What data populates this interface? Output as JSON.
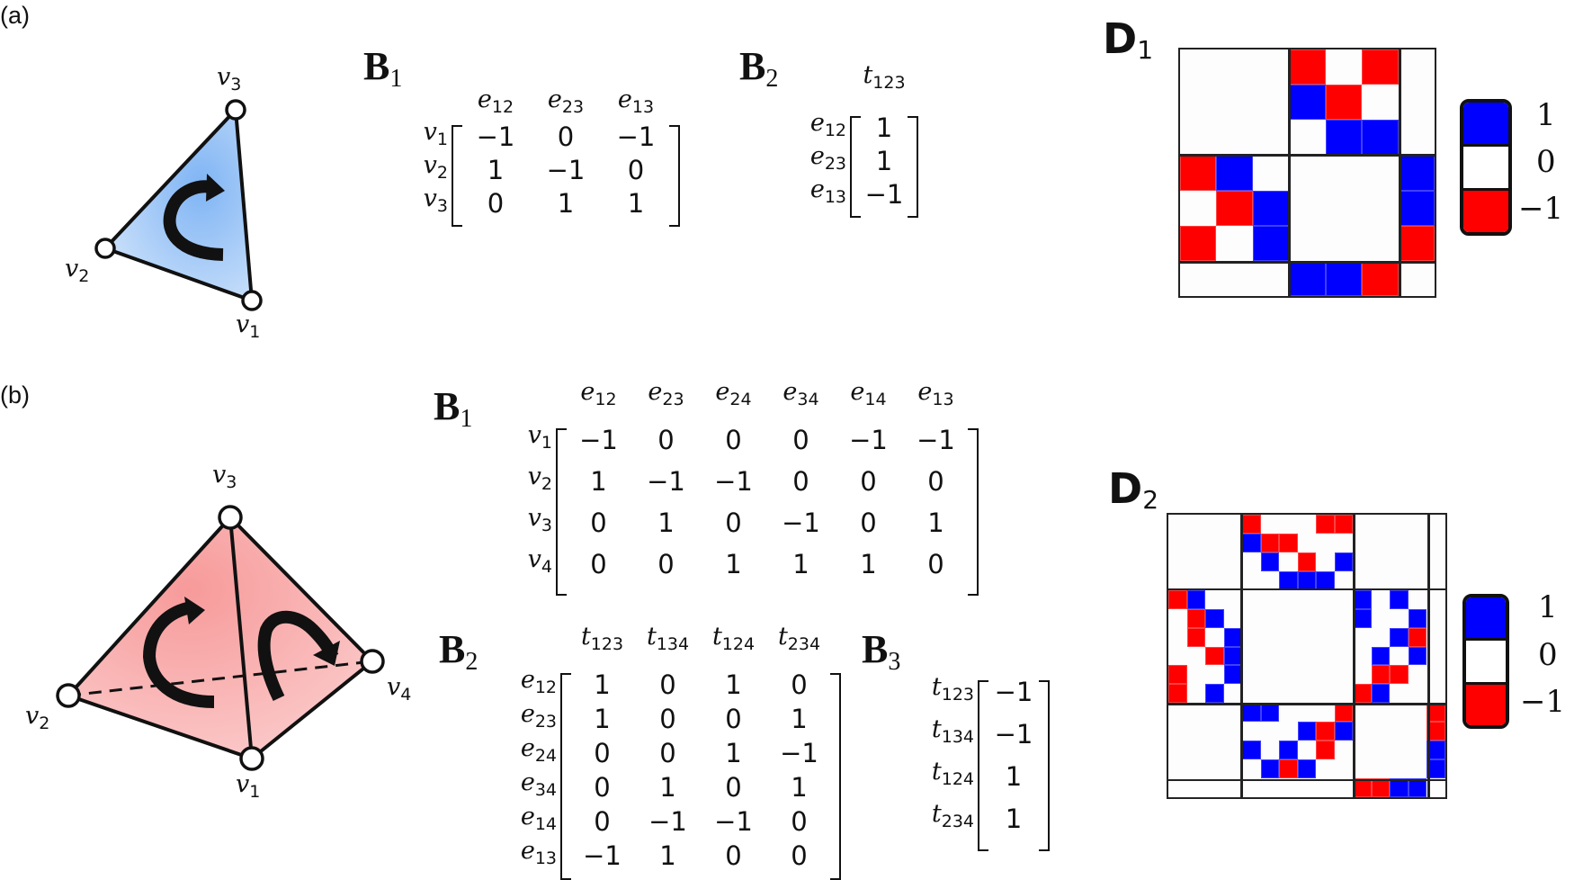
{
  "panels": {
    "a": {
      "label": "(a)",
      "simplex": {
        "type": "triangle",
        "fill": "#8fbef5",
        "vertices": [
          {
            "name": "v",
            "sub": "1"
          },
          {
            "name": "v",
            "sub": "2"
          },
          {
            "name": "v",
            "sub": "3"
          }
        ]
      },
      "B1": {
        "title": "B",
        "title_sub": "1",
        "col_headers": [
          {
            "n": "e",
            "s": "12"
          },
          {
            "n": "e",
            "s": "23"
          },
          {
            "n": "e",
            "s": "13"
          }
        ],
        "row_headers": [
          {
            "n": "v",
            "s": "1"
          },
          {
            "n": "v",
            "s": "2"
          },
          {
            "n": "v",
            "s": "3"
          }
        ],
        "values": [
          [
            "−1",
            "0",
            "−1"
          ],
          [
            "1",
            "−1",
            "0"
          ],
          [
            "0",
            "1",
            "1"
          ]
        ]
      },
      "B2": {
        "title": "B",
        "title_sub": "2",
        "col_headers": [
          {
            "n": "t",
            "s": "123"
          }
        ],
        "row_headers": [
          {
            "n": "e",
            "s": "12"
          },
          {
            "n": "e",
            "s": "23"
          },
          {
            "n": "e",
            "s": "13"
          }
        ],
        "values": [
          [
            "1"
          ],
          [
            "1"
          ],
          [
            "−1"
          ]
        ]
      },
      "D": {
        "title": "D",
        "title_sub": "1"
      },
      "legend": {
        "labels": [
          "1",
          "0",
          "−1"
        ]
      }
    },
    "b": {
      "label": "(b)",
      "simplex": {
        "type": "tetrahedron",
        "fill": "#f7a9a9",
        "vertices": [
          {
            "name": "v",
            "sub": "1"
          },
          {
            "name": "v",
            "sub": "2"
          },
          {
            "name": "v",
            "sub": "3"
          },
          {
            "name": "v",
            "sub": "4"
          }
        ]
      },
      "B1": {
        "title": "B",
        "title_sub": "1",
        "col_headers": [
          {
            "n": "e",
            "s": "12"
          },
          {
            "n": "e",
            "s": "23"
          },
          {
            "n": "e",
            "s": "24"
          },
          {
            "n": "e",
            "s": "34"
          },
          {
            "n": "e",
            "s": "14"
          },
          {
            "n": "e",
            "s": "13"
          }
        ],
        "row_headers": [
          {
            "n": "v",
            "s": "1"
          },
          {
            "n": "v",
            "s": "2"
          },
          {
            "n": "v",
            "s": "3"
          },
          {
            "n": "v",
            "s": "4"
          }
        ],
        "values": [
          [
            "−1",
            "0",
            "0",
            "0",
            "−1",
            "−1"
          ],
          [
            "1",
            "−1",
            "−1",
            "0",
            "0",
            "0"
          ],
          [
            "0",
            "1",
            "0",
            "−1",
            "0",
            "1"
          ],
          [
            "0",
            "0",
            "1",
            "1",
            "1",
            "0"
          ]
        ]
      },
      "B2": {
        "title": "B",
        "title_sub": "2",
        "col_headers": [
          {
            "n": "t",
            "s": "123"
          },
          {
            "n": "t",
            "s": "134"
          },
          {
            "n": "t",
            "s": "124"
          },
          {
            "n": "t",
            "s": "234"
          }
        ],
        "row_headers": [
          {
            "n": "e",
            "s": "12"
          },
          {
            "n": "e",
            "s": "23"
          },
          {
            "n": "e",
            "s": "24"
          },
          {
            "n": "e",
            "s": "34"
          },
          {
            "n": "e",
            "s": "14"
          },
          {
            "n": "e",
            "s": "13"
          }
        ],
        "values": [
          [
            "1",
            "0",
            "1",
            "0"
          ],
          [
            "1",
            "0",
            "0",
            "1"
          ],
          [
            "0",
            "0",
            "1",
            "−1"
          ],
          [
            "0",
            "1",
            "0",
            "1"
          ],
          [
            "0",
            "−1",
            "−1",
            "0"
          ],
          [
            "−1",
            "1",
            "0",
            "0"
          ]
        ]
      },
      "B3": {
        "title": "B",
        "title_sub": "3",
        "row_headers": [
          {
            "n": "t",
            "s": "123"
          },
          {
            "n": "t",
            "s": "134"
          },
          {
            "n": "t",
            "s": "124"
          },
          {
            "n": "t",
            "s": "234"
          }
        ],
        "values": [
          [
            "−1"
          ],
          [
            "−1"
          ],
          [
            "1"
          ],
          [
            "1"
          ]
        ]
      },
      "D": {
        "title": "D",
        "title_sub": "2"
      },
      "legend": {
        "labels": [
          "1",
          "0",
          "−1"
        ]
      }
    }
  },
  "colors": {
    "pos": "#0000ff",
    "zero": "#fdfdfd",
    "neg": "#ff0000"
  }
}
